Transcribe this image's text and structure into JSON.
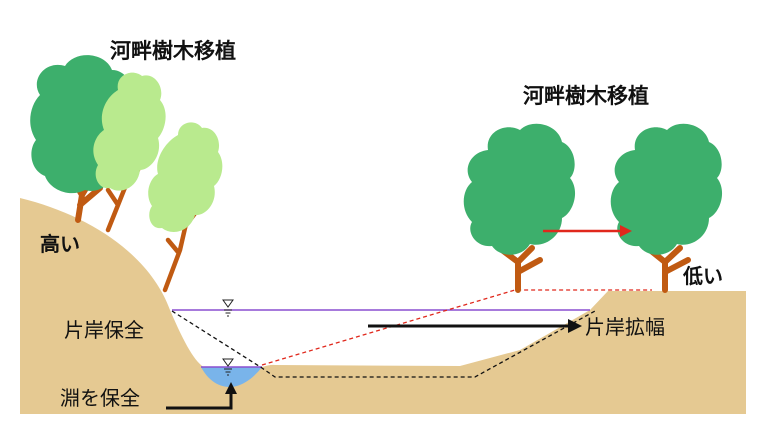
{
  "labels": {
    "tree_transplant_left": "河畔樹木移植",
    "tree_transplant_right": "河畔樹木移植",
    "high": "高い",
    "low": "低い",
    "bank_preserve": "片岸保全",
    "pool_preserve": "淵を保全",
    "bank_widening": "片岸拡幅"
  },
  "colors": {
    "ground": "#e5c992",
    "tree_dark": "#3daf6c",
    "tree_light": "#b9ea8e",
    "trunk": "#c05a12",
    "water": "#79b4ea",
    "water_line": "#8a4fd0",
    "red_line": "#e0281c",
    "arrow_red": "#e0281c",
    "arrow_black": "#111111"
  }
}
